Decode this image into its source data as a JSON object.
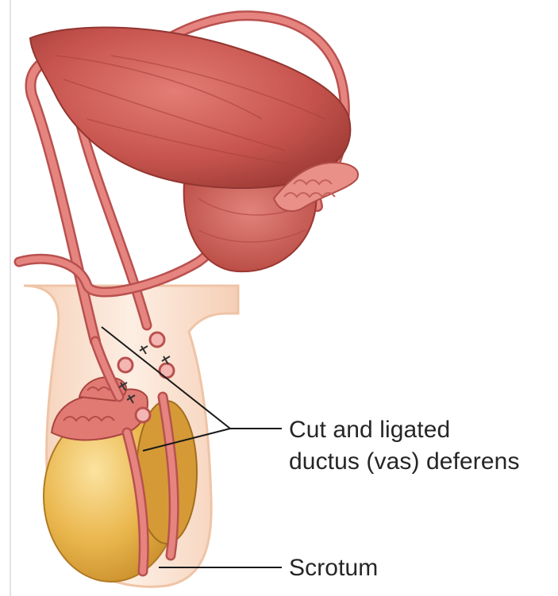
{
  "labels": {
    "cut_and_ligated": [
      "Cut and ligated",
      "ductus (vas) deferens"
    ],
    "scrotum": "Scrotum"
  },
  "colors": {
    "muscle": "#c7544e",
    "muscle_dark": "#9c3a36",
    "duct": "#e27f7c",
    "duct_dark": "#b9514f",
    "skin": "#fbe6d6",
    "testis": "#e6b14a",
    "leader_line": "#1a1a1a"
  }
}
